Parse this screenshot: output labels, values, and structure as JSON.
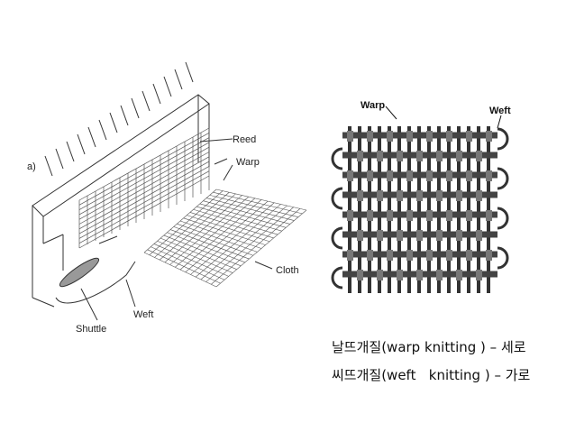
{
  "left_figure": {
    "panel_label": "a)",
    "labels": {
      "reed": "Reed",
      "warp": "Warp",
      "cloth": "Cloth",
      "weft": "Weft",
      "shuttle": "Shuttle"
    }
  },
  "right_figure": {
    "labels": {
      "warp": "Warp",
      "weft": "Weft"
    }
  },
  "captions": [
    "날뜨개질(warp knitting ) – 세로",
    "씨뜨개질(weft   knitting ) – 가로"
  ]
}
